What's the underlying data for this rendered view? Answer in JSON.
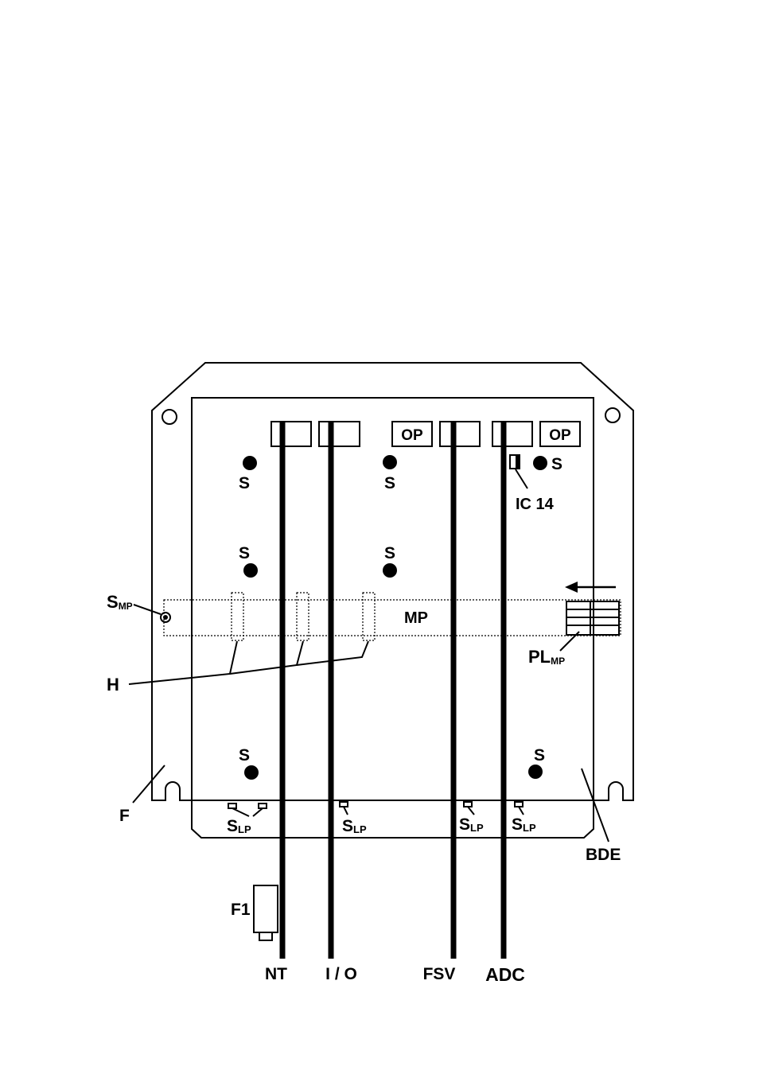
{
  "labels": {
    "nt": "NT",
    "io": "I / O",
    "fsv": "FSV",
    "adc": "ADC",
    "op": "OP",
    "s": "S",
    "ic14": "IC 14",
    "mp": "MP",
    "s_mp_main": "S",
    "s_mp_sub": "MP",
    "h": "H",
    "pl_main": "PL",
    "pl_sub": "MP",
    "f": "F",
    "f1": "F1",
    "bde": "BDE",
    "slp_main": "S",
    "slp_sub": "LP"
  },
  "colors": {
    "ink": "#000000",
    "paper": "#ffffff"
  }
}
